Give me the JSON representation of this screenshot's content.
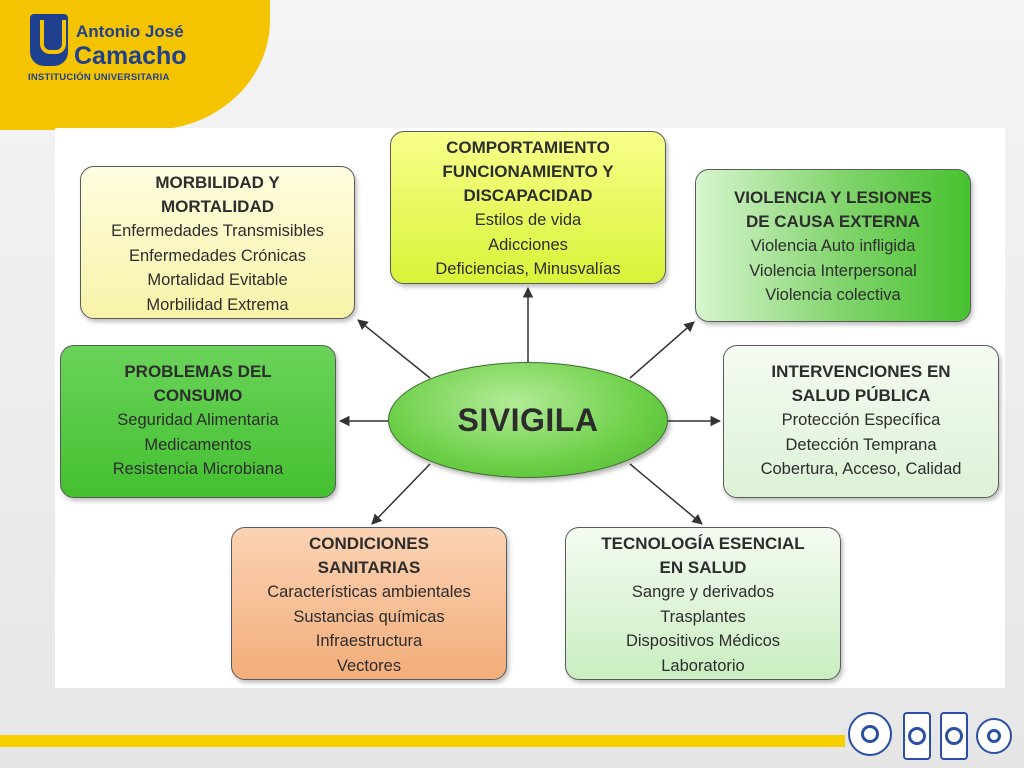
{
  "brand": {
    "line1": "Antonio José",
    "line2": "Camacho",
    "line3": "INSTITUCIÓN UNIVERSITARIA"
  },
  "center": {
    "label": "SIVIGILA"
  },
  "nodes": {
    "morbilidad": {
      "title": [
        "MORBILIDAD Y",
        "MORTALIDAD"
      ],
      "items": [
        "Enfermedades Transmisibles",
        "Enfermedades Crónicas",
        "Mortalidad Evitable",
        "Morbilidad Extrema"
      ]
    },
    "comportamiento": {
      "title": [
        "COMPORTAMIENTO",
        "FUNCIONAMIENTO Y",
        "DISCAPACIDAD"
      ],
      "items": [
        "Estilos de vida",
        "Adicciones",
        "Deficiencias, Minusvalías"
      ]
    },
    "violencia": {
      "title": [
        "VIOLENCIA Y LESIONES",
        "DE CAUSA EXTERNA"
      ],
      "items": [
        "Violencia Auto infligida",
        "Violencia Interpersonal",
        "Violencia colectiva"
      ]
    },
    "problemas": {
      "title": [
        "PROBLEMAS DEL",
        "CONSUMO"
      ],
      "items": [
        "Seguridad Alimentaria",
        "Medicamentos",
        "Resistencia Microbiana"
      ]
    },
    "intervenciones": {
      "title": [
        "INTERVENCIONES EN",
        "SALUD PÚBLICA"
      ],
      "items": [
        "Protección Específica",
        "Detección Temprana",
        "Cobertura, Acceso, Calidad"
      ]
    },
    "condiciones": {
      "title": [
        "CONDICIONES",
        "SANITARIAS"
      ],
      "items": [
        "Características ambientales",
        "Sustancias químicas",
        "Infraestructura",
        "Vectores"
      ]
    },
    "tecnologia": {
      "title": [
        "TECNOLOGÍA ESENCIAL",
        "EN SALUD"
      ],
      "items": [
        "Sangre y derivados",
        "Trasplantes",
        "Dispositivos Médicos",
        "Laboratorio"
      ]
    }
  },
  "colors": {
    "brand_yellow": "#f5c400",
    "brand_blue": "#1f3f8f",
    "arrow": "#333333"
  }
}
